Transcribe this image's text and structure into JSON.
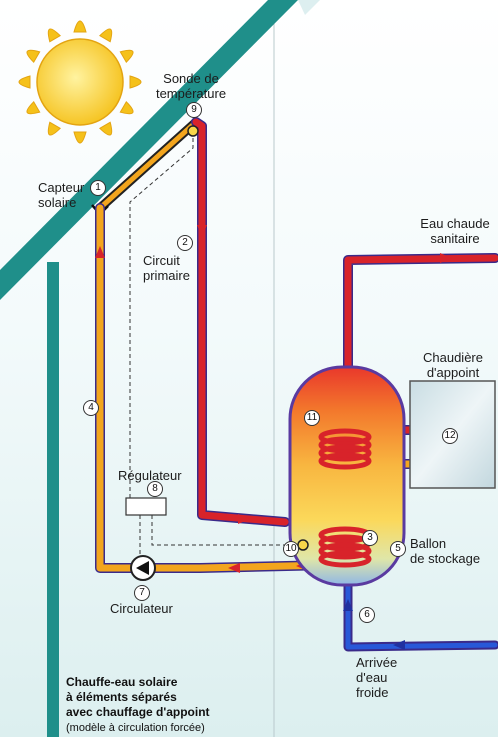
{
  "labels": {
    "sonde": "Sonde de\ntempérature",
    "capteur": "Capteur\nsolaire",
    "circuit": "Circuit\nprimaire",
    "eau_chaude": "Eau chaude\nsanitaire",
    "chaudiere": "Chaudière\nd'appoint",
    "regulateur": "Régulateur",
    "ballon": "Ballon\nde stockage",
    "circulateur": "Circulateur",
    "eau_froide": "Arrivée\nd'eau\nfroide"
  },
  "numbers": {
    "n1": "1",
    "n2": "2",
    "n3": "3",
    "n4": "4",
    "n5": "5",
    "n6": "6",
    "n7": "7",
    "n8": "8",
    "n9": "9",
    "n10": "10",
    "n11": "11",
    "n12": "12"
  },
  "caption": {
    "line1": "Chauffe-eau solaire",
    "line2": "à éléments séparés",
    "line3": "avec chauffage d'appoint",
    "line4": "(modèle à circulation forcée)"
  },
  "colors": {
    "pipe_hot": "#d8232a",
    "pipe_cold": "#2030a0",
    "roof": "#1f8f8a",
    "sun": "#f7c61a",
    "return_pipe": "#f3a51d",
    "pipe_outline": "#3a2a8a"
  }
}
